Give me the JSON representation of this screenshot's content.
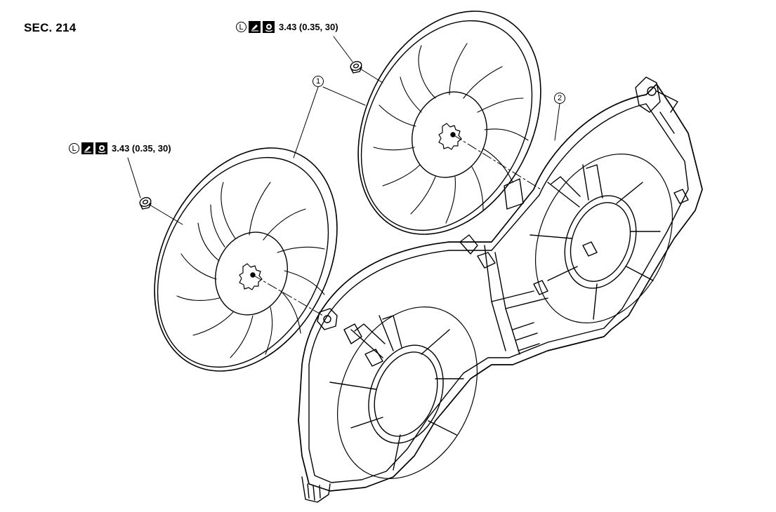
{
  "section_label": "SEC. 214",
  "torque_spec_upper": {
    "symbols": [
      "locking-sealant-icon",
      "apply-icon",
      "torque-wrench-icon"
    ],
    "locking_symbol_letter": "L",
    "value": "3.43 (0.35, 30)"
  },
  "torque_spec_lower": {
    "symbols": [
      "locking-sealant-icon",
      "apply-icon",
      "torque-wrench-icon"
    ],
    "locking_symbol_letter": "L",
    "value": "3.43 (0.35, 30)"
  },
  "callouts": {
    "fan": "1",
    "shroud": "2"
  }
}
